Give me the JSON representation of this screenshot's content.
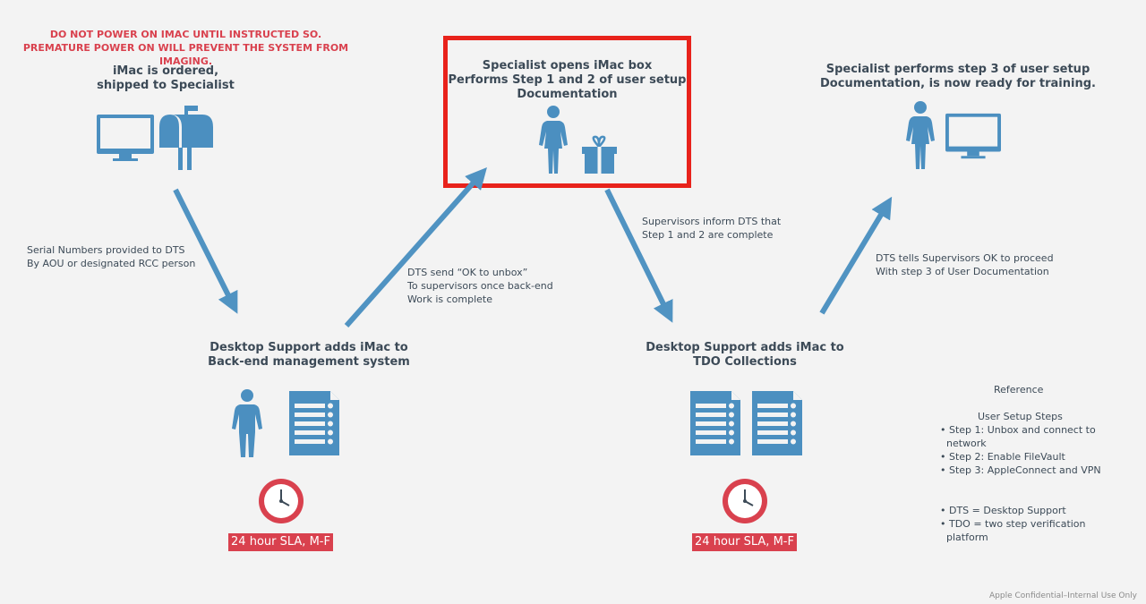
{
  "warning": {
    "line1": "DO NOT POWER ON IMAC UNTIL INSTRUCTED SO.",
    "line2": "PREMATURE POWER ON WILL PREVENT THE SYSTEM FROM IMAGING."
  },
  "step_ordered": {
    "line1": "iMac is ordered,",
    "line2": "shipped to Specialist"
  },
  "step_opens": {
    "line1": "Specialist opens iMac box",
    "line2": "Performs Step 1 and 2 of user setup",
    "line3": "Documentation"
  },
  "step_step3": {
    "line1": "Specialist performs step 3 of user setup",
    "line2": "Documentation, is now ready for training."
  },
  "step_backend": {
    "line1": "Desktop Support adds iMac to",
    "line2": "Back-end management system"
  },
  "step_tdo": {
    "line1": "Desktop Support adds iMac to",
    "line2": "TDO Collections"
  },
  "notes": {
    "serial": {
      "line1": "Serial Numbers provided to DTS",
      "line2": "By AOU or designated RCC person"
    },
    "unbox": {
      "line1": "DTS send “OK to unbox”",
      "line2": "To supervisors once back-end",
      "line3": "Work is complete"
    },
    "inform": {
      "line1": "Supervisors inform DTS that",
      "line2": "Step 1 and 2 are complete"
    },
    "proceed": {
      "line1": "DTS tells Supervisors OK to proceed",
      "line2": "With step 3 of User Documentation"
    }
  },
  "sla": {
    "left": "24 hour SLA, M-F",
    "right": "24 hour SLA, M-F"
  },
  "reference": {
    "title": "Reference",
    "subtitle": "User Setup Steps",
    "steps": [
      "• Step 1: Unbox and connect to",
      "  network",
      "• Step 2: Enable FileVault",
      "• Step 3: AppleConnect and VPN"
    ],
    "glossary": [
      "• DTS = Desktop Support",
      "• TDO = two step verification",
      "  platform"
    ]
  },
  "footer": "Apple Confidential–Internal Use Only",
  "colors": {
    "icon": "#4b8fc0",
    "arrow": "#5093c2",
    "alert": "#d9414e",
    "frame": "#e8221b"
  },
  "icons": [
    "monitor-icon",
    "mailbox-icon",
    "person-icon",
    "gift-icon",
    "checklist-icon",
    "clock-icon"
  ]
}
